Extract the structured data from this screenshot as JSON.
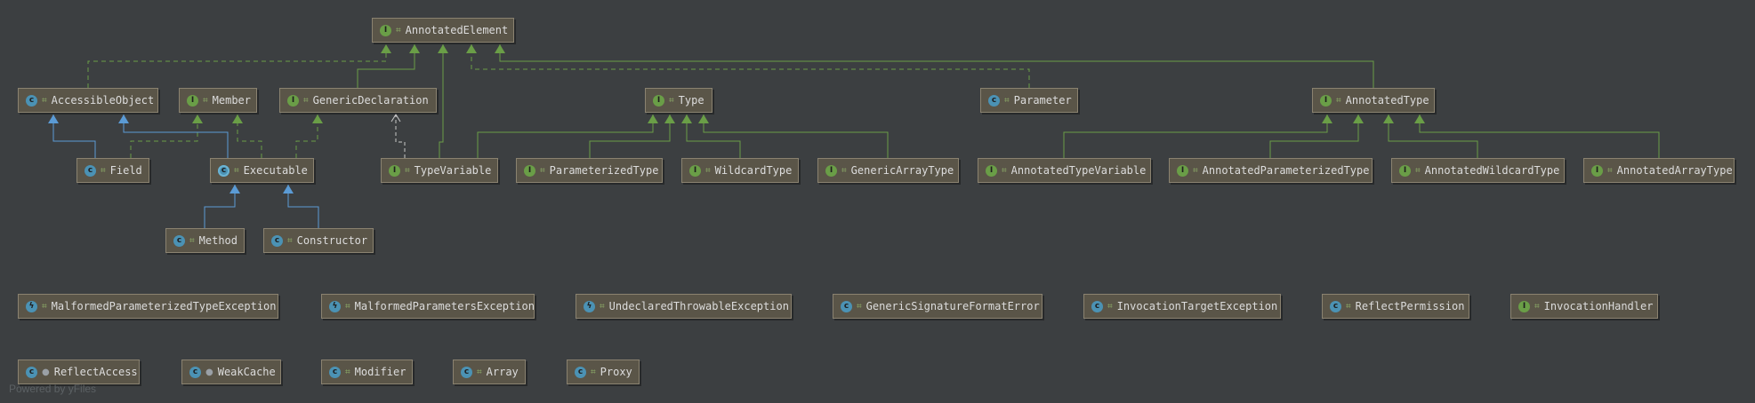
{
  "nodes": [
    {
      "id": "AnnotatedElement",
      "label": "AnnotatedElement",
      "kind": "interface",
      "icon": "interface-icon",
      "visibility": "public"
    },
    {
      "id": "AccessibleObject",
      "label": "AccessibleObject",
      "kind": "class",
      "icon": "class-icon",
      "visibility": "public"
    },
    {
      "id": "Member",
      "label": "Member",
      "kind": "interface",
      "icon": "interface-icon",
      "visibility": "public"
    },
    {
      "id": "GenericDeclaration",
      "label": "GenericDeclaration",
      "kind": "interface",
      "icon": "interface-icon",
      "visibility": "public"
    },
    {
      "id": "Type",
      "label": "Type",
      "kind": "interface",
      "icon": "interface-icon",
      "visibility": "public"
    },
    {
      "id": "Parameter",
      "label": "Parameter",
      "kind": "final",
      "icon": "final-class-icon",
      "visibility": "public"
    },
    {
      "id": "AnnotatedType",
      "label": "AnnotatedType",
      "kind": "interface",
      "icon": "interface-icon",
      "visibility": "public"
    },
    {
      "id": "Field",
      "label": "Field",
      "kind": "final",
      "icon": "final-class-icon",
      "visibility": "public"
    },
    {
      "id": "Executable",
      "label": "Executable",
      "kind": "abstract",
      "icon": "abstract-class-icon",
      "visibility": "public"
    },
    {
      "id": "TypeVariable",
      "label": "TypeVariable",
      "kind": "interface",
      "icon": "interface-icon",
      "visibility": "public"
    },
    {
      "id": "ParameterizedType",
      "label": "ParameterizedType",
      "kind": "interface",
      "icon": "interface-icon",
      "visibility": "public"
    },
    {
      "id": "WildcardType",
      "label": "WildcardType",
      "kind": "interface",
      "icon": "interface-icon",
      "visibility": "public"
    },
    {
      "id": "GenericArrayType",
      "label": "GenericArrayType",
      "kind": "interface",
      "icon": "interface-icon",
      "visibility": "public"
    },
    {
      "id": "AnnotatedTypeVariable",
      "label": "AnnotatedTypeVariable",
      "kind": "interface",
      "icon": "interface-icon",
      "visibility": "public"
    },
    {
      "id": "AnnotatedParameterizedType",
      "label": "AnnotatedParameterizedType",
      "kind": "interface",
      "icon": "interface-icon",
      "visibility": "public"
    },
    {
      "id": "AnnotatedWildcardType",
      "label": "AnnotatedWildcardType",
      "kind": "interface",
      "icon": "interface-icon",
      "visibility": "public"
    },
    {
      "id": "AnnotatedArrayType",
      "label": "AnnotatedArrayType",
      "kind": "interface",
      "icon": "interface-icon",
      "visibility": "public"
    },
    {
      "id": "Method",
      "label": "Method",
      "kind": "final",
      "icon": "final-class-icon",
      "visibility": "public"
    },
    {
      "id": "Constructor",
      "label": "Constructor",
      "kind": "final",
      "icon": "final-class-icon",
      "visibility": "public"
    },
    {
      "id": "MalformedParameterizedTypeException",
      "label": "MalformedParameterizedTypeException",
      "kind": "exception",
      "icon": "exception-class-icon",
      "visibility": "public"
    },
    {
      "id": "MalformedParametersException",
      "label": "MalformedParametersException",
      "kind": "exception",
      "icon": "exception-class-icon",
      "visibility": "public"
    },
    {
      "id": "UndeclaredThrowableException",
      "label": "UndeclaredThrowableException",
      "kind": "exception",
      "icon": "exception-class-icon",
      "visibility": "public"
    },
    {
      "id": "GenericSignatureFormatError",
      "label": "GenericSignatureFormatError",
      "kind": "class",
      "icon": "class-icon",
      "visibility": "public"
    },
    {
      "id": "InvocationTargetException",
      "label": "InvocationTargetException",
      "kind": "class",
      "icon": "class-icon",
      "visibility": "public"
    },
    {
      "id": "ReflectPermission",
      "label": "ReflectPermission",
      "kind": "final",
      "icon": "final-class-icon",
      "visibility": "public"
    },
    {
      "id": "InvocationHandler",
      "label": "InvocationHandler",
      "kind": "interface",
      "icon": "interface-icon",
      "visibility": "public"
    },
    {
      "id": "ReflectAccess",
      "label": "ReflectAccess",
      "kind": "class",
      "icon": "class-icon",
      "visibility": "package"
    },
    {
      "id": "WeakCache",
      "label": "WeakCache",
      "kind": "final",
      "icon": "final-class-icon",
      "visibility": "package"
    },
    {
      "id": "Modifier",
      "label": "Modifier",
      "kind": "class",
      "icon": "class-icon",
      "visibility": "public"
    },
    {
      "id": "Array",
      "label": "Array",
      "kind": "final",
      "icon": "final-class-icon",
      "visibility": "public"
    },
    {
      "id": "Proxy",
      "label": "Proxy",
      "kind": "class",
      "icon": "class-icon",
      "visibility": "public"
    }
  ],
  "edges": [
    {
      "from": "AccessibleObject",
      "to": "AnnotatedElement",
      "style": "implements-dashed"
    },
    {
      "from": "GenericDeclaration",
      "to": "AnnotatedElement",
      "style": "extends-interface"
    },
    {
      "from": "TypeVariable",
      "to": "AnnotatedElement",
      "style": "extends-interface"
    },
    {
      "from": "Parameter",
      "to": "AnnotatedElement",
      "style": "implements-dashed"
    },
    {
      "from": "AnnotatedType",
      "to": "AnnotatedElement",
      "style": "extends-interface"
    },
    {
      "from": "Field",
      "to": "AccessibleObject",
      "style": "extends-class"
    },
    {
      "from": "Field",
      "to": "Member",
      "style": "implements-dashed"
    },
    {
      "from": "Executable",
      "to": "AccessibleObject",
      "style": "extends-class"
    },
    {
      "from": "Executable",
      "to": "Member",
      "style": "implements-dashed"
    },
    {
      "from": "Executable",
      "to": "GenericDeclaration",
      "style": "implements-dashed"
    },
    {
      "from": "TypeVariable",
      "to": "GenericDeclaration",
      "style": "dependency-dashed"
    },
    {
      "from": "TypeVariable",
      "to": "Type",
      "style": "extends-interface"
    },
    {
      "from": "ParameterizedType",
      "to": "Type",
      "style": "extends-interface"
    },
    {
      "from": "WildcardType",
      "to": "Type",
      "style": "extends-interface"
    },
    {
      "from": "GenericArrayType",
      "to": "Type",
      "style": "extends-interface"
    },
    {
      "from": "AnnotatedTypeVariable",
      "to": "AnnotatedType",
      "style": "extends-interface"
    },
    {
      "from": "AnnotatedParameterizedType",
      "to": "AnnotatedType",
      "style": "extends-interface"
    },
    {
      "from": "AnnotatedWildcardType",
      "to": "AnnotatedType",
      "style": "extends-interface"
    },
    {
      "from": "AnnotatedArrayType",
      "to": "AnnotatedType",
      "style": "extends-interface"
    },
    {
      "from": "Method",
      "to": "Executable",
      "style": "extends-class"
    },
    {
      "from": "Constructor",
      "to": "Executable",
      "style": "extends-class"
    }
  ],
  "colors": {
    "background": "#3c3f41",
    "node_fill": "#5a5548",
    "node_border": "#8a8270",
    "interface_edge": "#6a9e47",
    "class_edge": "#5b9bd5",
    "dependency_edge": "#c8c8c8",
    "interface_icon": "#6a9e47",
    "class_icon": "#4b92b4"
  },
  "footer": {
    "text": "Powered by yFiles"
  }
}
